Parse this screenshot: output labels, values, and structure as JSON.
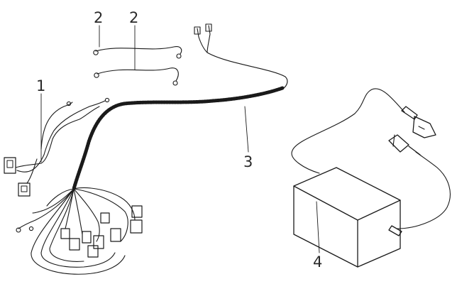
{
  "diagram": {
    "callouts": [
      {
        "id": "callout-2a",
        "text": "2"
      },
      {
        "id": "callout-2b",
        "text": "2"
      },
      {
        "id": "callout-1",
        "text": "1"
      },
      {
        "id": "callout-3",
        "text": "3"
      },
      {
        "id": "callout-4",
        "text": "4"
      }
    ],
    "colors": {
      "ink": "#1a1a1a",
      "background": "#ffffff"
    }
  }
}
